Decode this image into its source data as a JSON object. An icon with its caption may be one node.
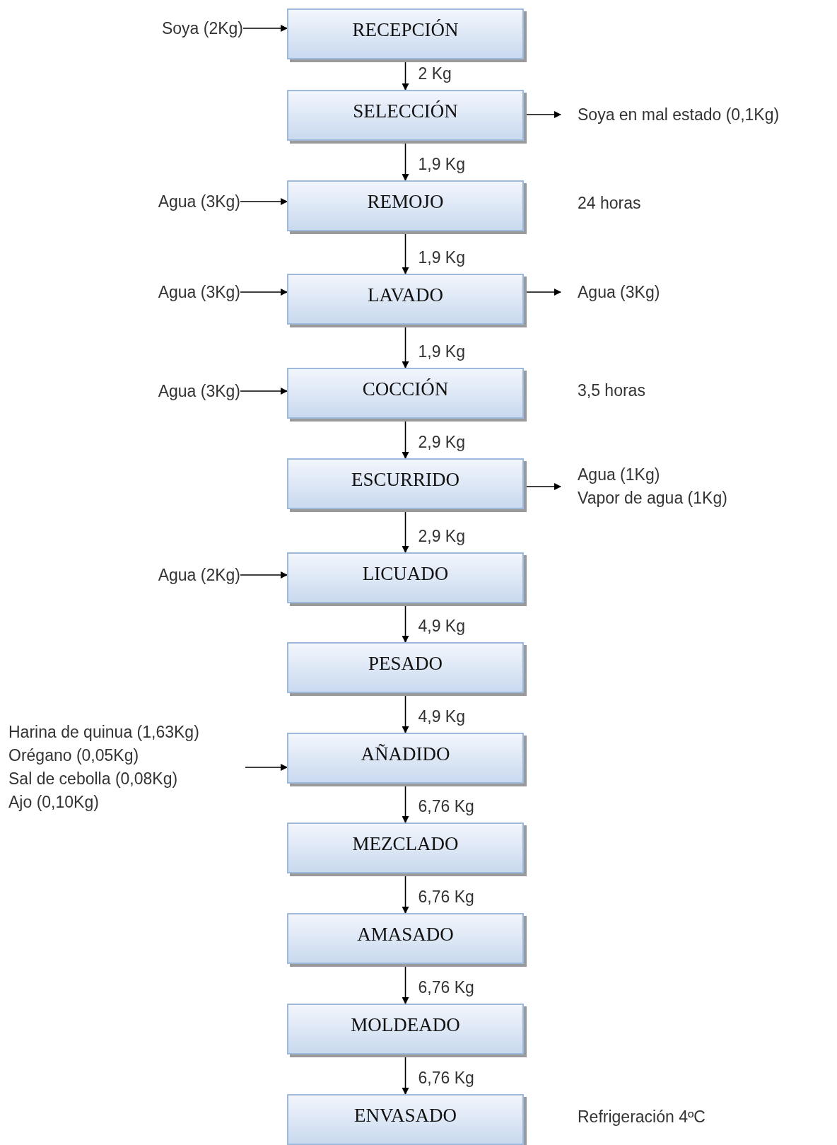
{
  "diagram": {
    "nodes": [
      {
        "text": [
          "RECEPCIÓN"
        ]
      },
      {
        "text": [
          "SELECCIÓN"
        ]
      },
      {
        "text": [
          "REMOJO"
        ],
        "beside": [
          "24 horas"
        ]
      },
      {
        "text": [
          "LAVADO"
        ]
      },
      {
        "text": [
          "COCCIÓN"
        ],
        "beside": [
          "3,5 horas"
        ]
      },
      {
        "text": [
          "ESCURRIDO"
        ]
      },
      {
        "text": [
          "LICUADO"
        ]
      },
      {
        "text": [
          "PESADO"
        ]
      },
      {
        "text": [
          "AÑADIDO"
        ]
      },
      {
        "text": [
          "MEZCLADO"
        ]
      },
      {
        "text": [
          "AMASADO"
        ]
      },
      {
        "text": [
          "MOLDEADO"
        ]
      },
      {
        "text": [
          "ENVASADO"
        ],
        "beside": [
          "Refrigeración 4ºC"
        ]
      },
      {
        "text": [
          "Soya  (2Kg)"
        ]
      },
      {
        "text": [
          "Soya en mal estado (0,1Kg)"
        ]
      },
      {
        "text": [
          "Agua (3Kg)"
        ]
      },
      {
        "text": [
          "Agua (3Kg)"
        ]
      },
      {
        "text": [
          "Agua (3Kg)"
        ]
      },
      {
        "text": [
          "Agua (3Kg)"
        ]
      },
      {
        "text": [
          "Agua (1Kg)",
          "Vapor de agua (1Kg)"
        ]
      },
      {
        "text": [
          "Agua (2Kg)"
        ]
      },
      {
        "text": [
          "Harina de quinua (1,63Kg)",
          "Orégano (0,05Kg)",
          "Sal de cebolla (0,08Kg)",
          "Ajo (0,10Kg)"
        ]
      }
    ],
    "edges": [
      {
        "from": 0,
        "to": 1,
        "arrow": "to",
        "label": "2 Kg"
      },
      {
        "from": 1,
        "to": 2,
        "arrow": "to",
        "label": "1,9 Kg"
      },
      {
        "from": 2,
        "to": 3,
        "arrow": "to",
        "label": "1,9 Kg"
      },
      {
        "from": 3,
        "to": 4,
        "arrow": "to",
        "label": "1,9 Kg"
      },
      {
        "from": 4,
        "to": 5,
        "arrow": "to",
        "label": "2,9 Kg"
      },
      {
        "from": 5,
        "to": 6,
        "arrow": "to",
        "label": "2,9 Kg"
      },
      {
        "from": 6,
        "to": 7,
        "arrow": "to",
        "label": "4,9 Kg"
      },
      {
        "from": 7,
        "to": 8,
        "arrow": "to",
        "label": "4,9 Kg"
      },
      {
        "from": 8,
        "to": 9,
        "arrow": "to",
        "label": "6,76 Kg"
      },
      {
        "from": 9,
        "to": 10,
        "arrow": "to",
        "label": "6,76 Kg"
      },
      {
        "from": 10,
        "to": 11,
        "arrow": "to",
        "label": "6,76 Kg"
      },
      {
        "from": 11,
        "to": 12,
        "arrow": "to",
        "label": "6,76 Kg"
      },
      {
        "from": 13,
        "to": 0,
        "arrow": "to"
      },
      {
        "from": 1,
        "to": 14,
        "arrow": "to"
      },
      {
        "from": 15,
        "to": 2,
        "arrow": "to"
      },
      {
        "from": 16,
        "to": 3,
        "arrow": "to"
      },
      {
        "from": 3,
        "to": 17,
        "arrow": "to"
      },
      {
        "from": 18,
        "to": 4,
        "arrow": "to"
      },
      {
        "from": 5,
        "to": 19,
        "arrow": "to"
      },
      {
        "from": 20,
        "to": 6,
        "arrow": "to"
      },
      {
        "from": 21,
        "to": 8,
        "arrow": "to"
      }
    ]
  }
}
